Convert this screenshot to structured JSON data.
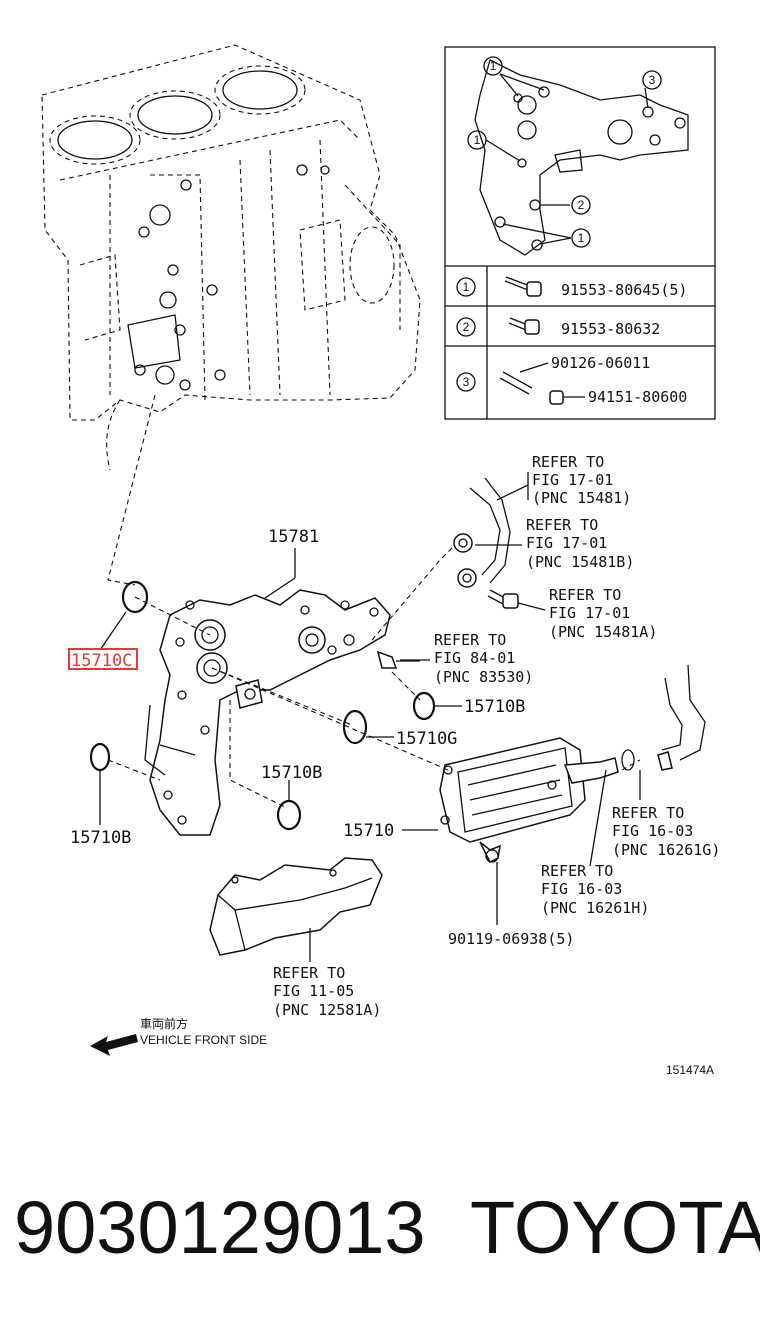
{
  "callouts": {
    "p15781": "15781",
    "p15710c": "15710C",
    "p15710g": "15710G",
    "p15710b_right": "15710B",
    "p15710b_mid": "15710B",
    "p15710b_left": "15710B",
    "p15710": "15710",
    "p90119": "90119-06938(5)"
  },
  "refer_blocks": {
    "fig17_15481": [
      "REFER TO",
      "FIG 17-01",
      "(PNC 15481)"
    ],
    "fig17_15481b": [
      "REFER TO",
      "FIG 17-01",
      "(PNC 15481B)"
    ],
    "fig17_15481a": [
      "REFER TO",
      "FIG 17-01",
      "(PNC 15481A)"
    ],
    "fig84_83530": [
      "REFER TO",
      "FIG 84-01",
      "(PNC 83530)"
    ],
    "fig16_16261g": [
      "REFER TO",
      "FIG 16-03",
      "(PNC 16261G)"
    ],
    "fig16_16261h": [
      "REFER TO",
      "FIG 16-03",
      "(PNC 16261H)"
    ],
    "fig11_12581a": [
      "REFER TO",
      "FIG 11-05",
      "(PNC 12581A)"
    ]
  },
  "inset_table": {
    "rows": [
      {
        "key": "1",
        "parts": [
          "91553-80645(5)"
        ]
      },
      {
        "key": "2",
        "parts": [
          "91553-80632"
        ]
      },
      {
        "key": "3",
        "parts": [
          "90126-06011",
          "94151-80600"
        ]
      }
    ],
    "markers": [
      "1",
      "3",
      "1",
      "2",
      "1"
    ]
  },
  "direction": {
    "jp": "車両前方",
    "en": "VEHICLE FRONT SIDE"
  },
  "illustration_id": "151474A",
  "highlight_color": "#e53935",
  "footer": {
    "part_number": "9030129013",
    "brand": "TOYOTA"
  }
}
